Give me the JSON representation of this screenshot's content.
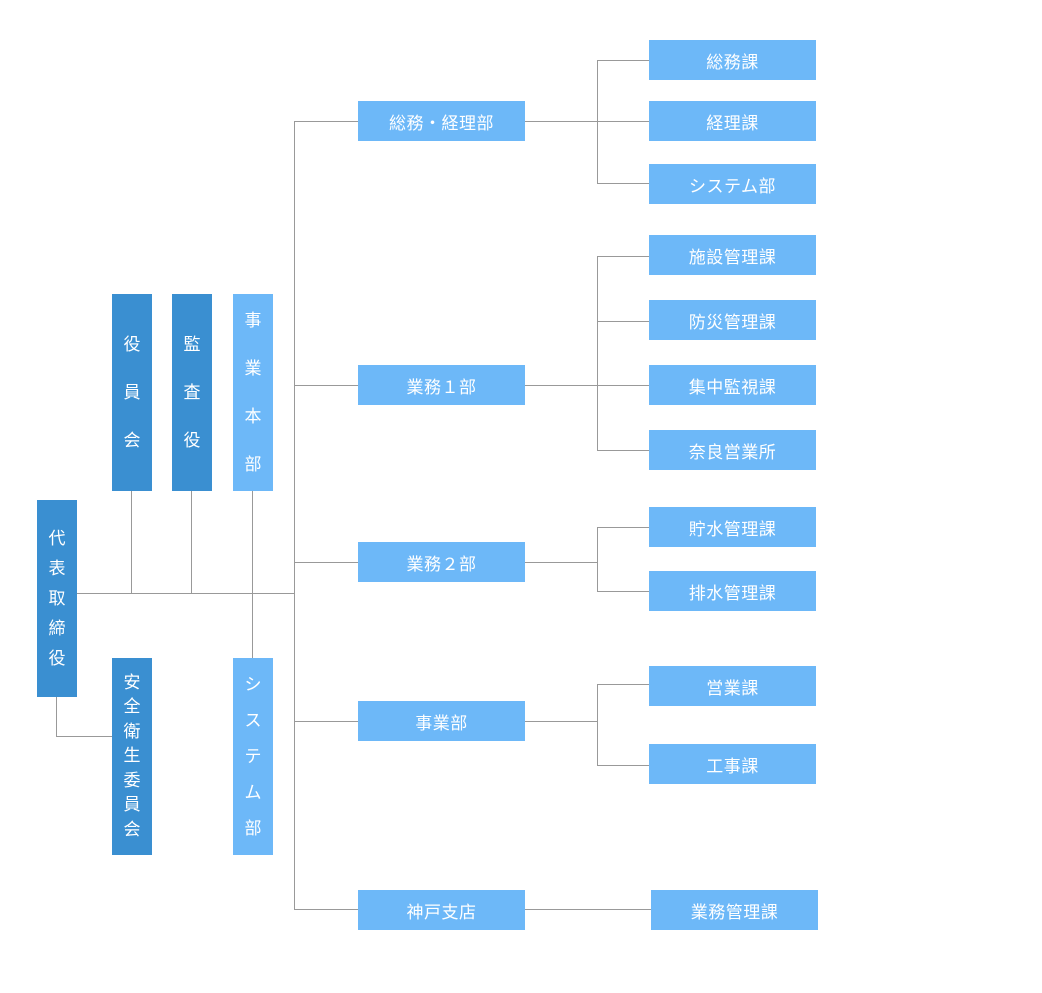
{
  "chart": {
    "ceo": "代表取締役",
    "board": "役員会",
    "auditor": "監査役",
    "business_hq": "事業本部",
    "safety_committee": "安全衛生委員会",
    "system_dept_left": "システム部",
    "departments": [
      {
        "name": "総務・経理部",
        "sections": [
          "総務課",
          "経理課",
          "システム部"
        ]
      },
      {
        "name": "業務１部",
        "sections": [
          "施設管理課",
          "防災管理課",
          "集中監視課",
          "奈良営業所"
        ]
      },
      {
        "name": "業務２部",
        "sections": [
          "貯水管理課",
          "排水管理課"
        ]
      },
      {
        "name": "事業部",
        "sections": [
          "営業課",
          "工事課"
        ]
      },
      {
        "name": "神戸支店",
        "sections": [
          "業務管理課"
        ]
      }
    ]
  },
  "colors": {
    "dark_box": "#3a8fd1",
    "light_box": "#6db8f8",
    "line": "#999999"
  }
}
